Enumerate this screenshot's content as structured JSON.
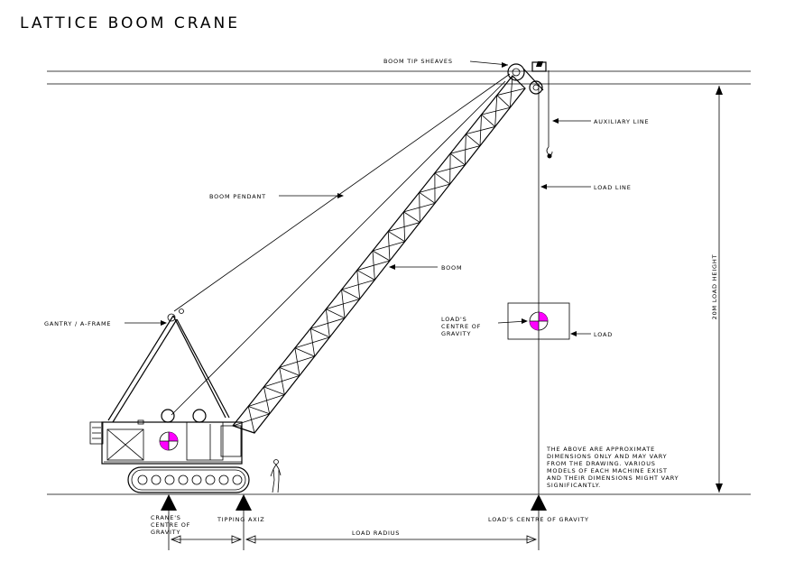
{
  "title": "LATTICE BOOM CRANE",
  "labels": {
    "boom_tip_sheaves": "BOOM TIP SHEAVES",
    "auxiliary_line": "AUXILIARY LINE",
    "load_line": "LOAD LINE",
    "boom_pendant": "BOOM PENDANT",
    "boom": "BOOM",
    "gantry": "GANTRY / A-FRAME",
    "load_cog_1": "LOAD'S",
    "load_cog_2": "CENTRE OF",
    "load_cog_3": "GRAVITY",
    "load": "LOAD",
    "height": "20M LOAD HEIGHT",
    "crane_cog_1": "CRANE'S",
    "crane_cog_2": "CENTRE OF",
    "crane_cog_3": "GRAVITY",
    "tipping_axis": "TIPPING AXIZ",
    "load_cog_ground": "LOAD'S CENTRE OF GRAVITY",
    "load_radius": "LOAD RADIUS"
  },
  "note": [
    "THE ABOVE ARE APPROXIMATE",
    "DIMENSIONS ONLY AND MAY VARY",
    "FROM THE DRAWING. VARIOUS",
    "MODELS OF EACH MACHINE EXIST",
    "AND THEIR DIMENSIONS MIGHT VARY",
    "SIGNIFICANTLY."
  ],
  "colors": {
    "line": "#000000",
    "cog_marker": "#ff00ff",
    "background": "#ffffff"
  }
}
